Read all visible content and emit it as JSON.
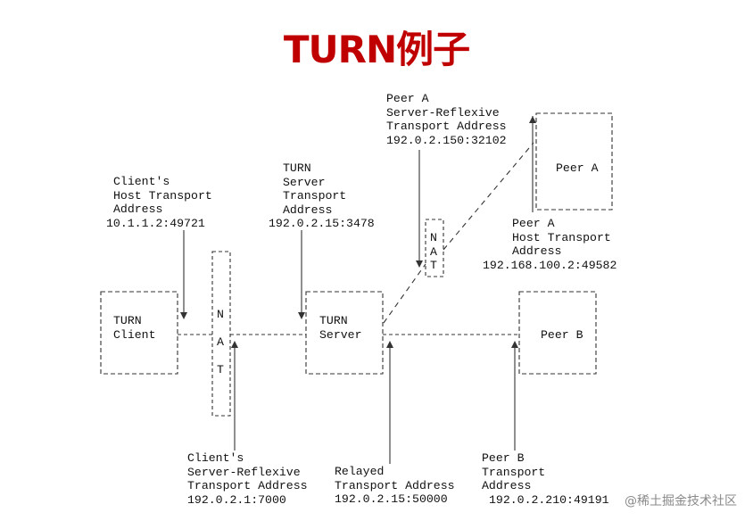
{
  "title": "TURN例子",
  "nodes": {
    "turn_client": [
      "TURN",
      "Client"
    ],
    "turn_server": [
      "TURN",
      "Server"
    ],
    "peer_a": "Peer A",
    "peer_b": "Peer B",
    "nat_left": [
      "N",
      "A",
      "T"
    ],
    "nat_right": [
      "N",
      "A",
      "T"
    ]
  },
  "labels": {
    "client_host": [
      "Client's",
      "Host Transport",
      "Address",
      "10.1.1.2:49721"
    ],
    "turn_server_addr": [
      "TURN",
      "Server",
      "Transport",
      "Address",
      "192.0.2.15:3478"
    ],
    "peer_a_reflexive": [
      "Peer A",
      "Server-Reflexive",
      "Transport Address",
      "192.0.2.150:32102"
    ],
    "peer_a_host": [
      "Peer A",
      "Host Transport",
      "Address",
      "192.168.100.2:49582"
    ],
    "client_reflexive": [
      "Client's",
      "Server-Reflexive",
      "Transport Address",
      "192.0.2.1:7000"
    ],
    "relayed": [
      "Relayed",
      "Transport Address",
      "192.0.2.15:50000"
    ],
    "peer_b_addr": [
      "Peer B",
      "Transport",
      "Address",
      "192.0.2.210:49191"
    ]
  },
  "watermark": "@稀土掘金技术社区"
}
